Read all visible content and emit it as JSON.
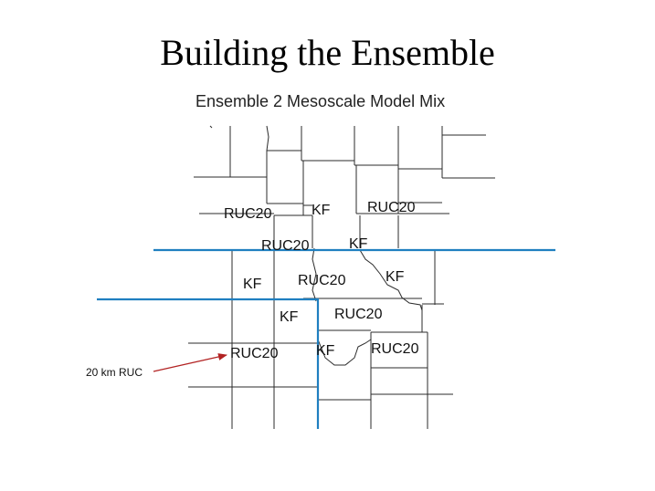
{
  "slide": {
    "title": "Building the Ensemble",
    "map_title": "Ensemble 2 Mesoscale Model Mix"
  },
  "map": {
    "label_color": "#111111",
    "county_line_color": "#2b2b2b",
    "boundary_color": "#1f7fc0",
    "arrow_color": "#b22222",
    "labels": {
      "l1": "RUC20",
      "l2": "KF",
      "l3": "RUC20",
      "l4": "RUC20",
      "l5": "KF",
      "l6": "KF",
      "l7": "RUC20",
      "l8": "KF",
      "l9": "KF",
      "l10": "RUC20",
      "l11": "RUC20",
      "l12": "KF",
      "l13": "RUC20"
    },
    "callout": "20 km RUC"
  }
}
